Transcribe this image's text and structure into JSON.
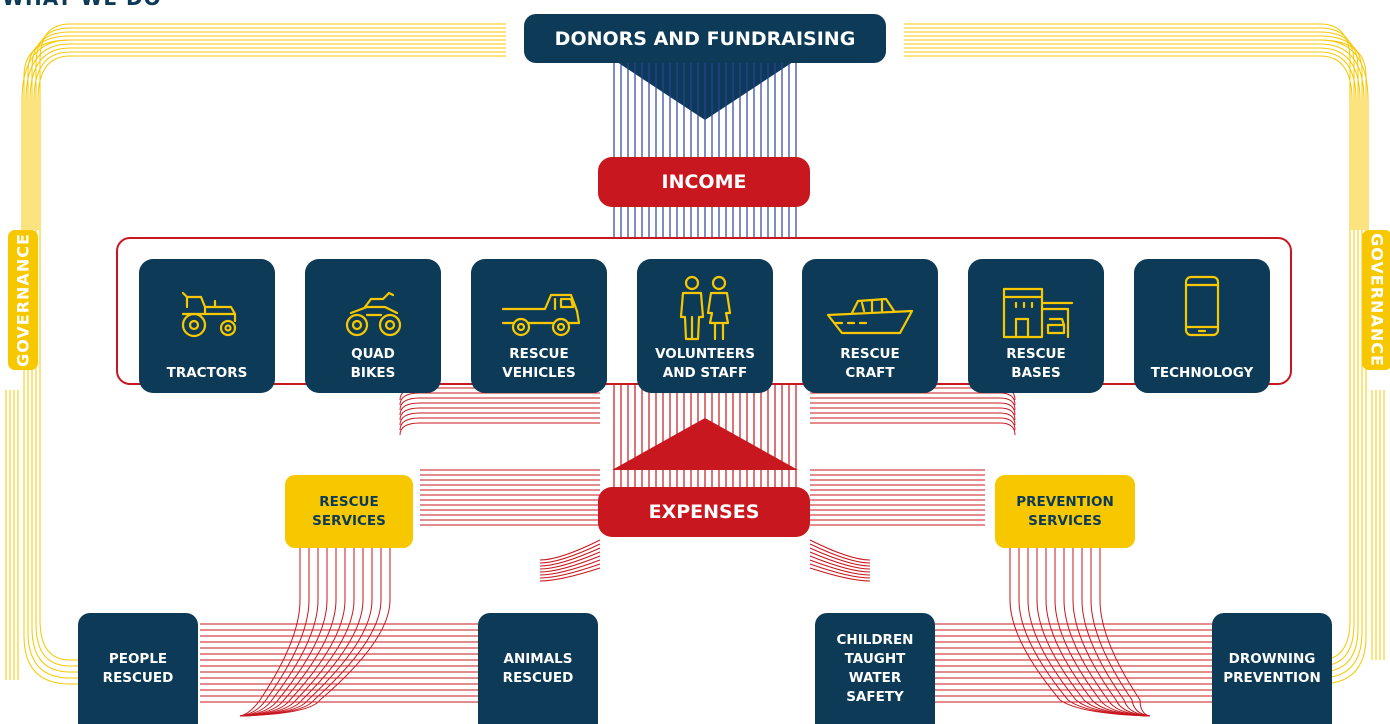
{
  "heading_fragment": "WHAT WE DO",
  "nodes": {
    "donors": "DONORS AND FUNDRAISING",
    "income": "INCOME",
    "expenses": "EXPENSES",
    "rescue_services": [
      "RESCUE",
      "SERVICES"
    ],
    "prevention_services": [
      "PREVENTION",
      "SERVICES"
    ],
    "people_rescued": [
      "PEOPLE",
      "RESCUED"
    ],
    "animals_rescued": [
      "ANIMALS",
      "RESCUED"
    ],
    "children_taught": [
      "CHILDREN",
      "TAUGHT",
      "WATER",
      "SAFETY"
    ],
    "drowning_prevention": [
      "DROWNING",
      "PREVENTION"
    ],
    "governance_left": "GOVERNANCE",
    "governance_right": "GOVERNANCE"
  },
  "assets": [
    {
      "lines": [
        "TRACTORS"
      ],
      "icon": "tractor-icon"
    },
    {
      "lines": [
        "QUAD",
        "BIKES"
      ],
      "icon": "quad-bike-icon"
    },
    {
      "lines": [
        "RESCUE",
        "VEHICLES"
      ],
      "icon": "rescue-vehicle-icon"
    },
    {
      "lines": [
        "VOLUNTEERS",
        "AND STAFF"
      ],
      "icon": "people-icon"
    },
    {
      "lines": [
        "RESCUE",
        "CRAFT"
      ],
      "icon": "boat-icon"
    },
    {
      "lines": [
        "RESCUE",
        "BASES"
      ],
      "icon": "building-icon"
    },
    {
      "lines": [
        "TECHNOLOGY"
      ],
      "icon": "phone-icon"
    }
  ],
  "colors": {
    "navy": "#0d3b57",
    "red": "#c8171e",
    "yellow": "#f7c800",
    "blue_line": "#2a3f9e"
  }
}
